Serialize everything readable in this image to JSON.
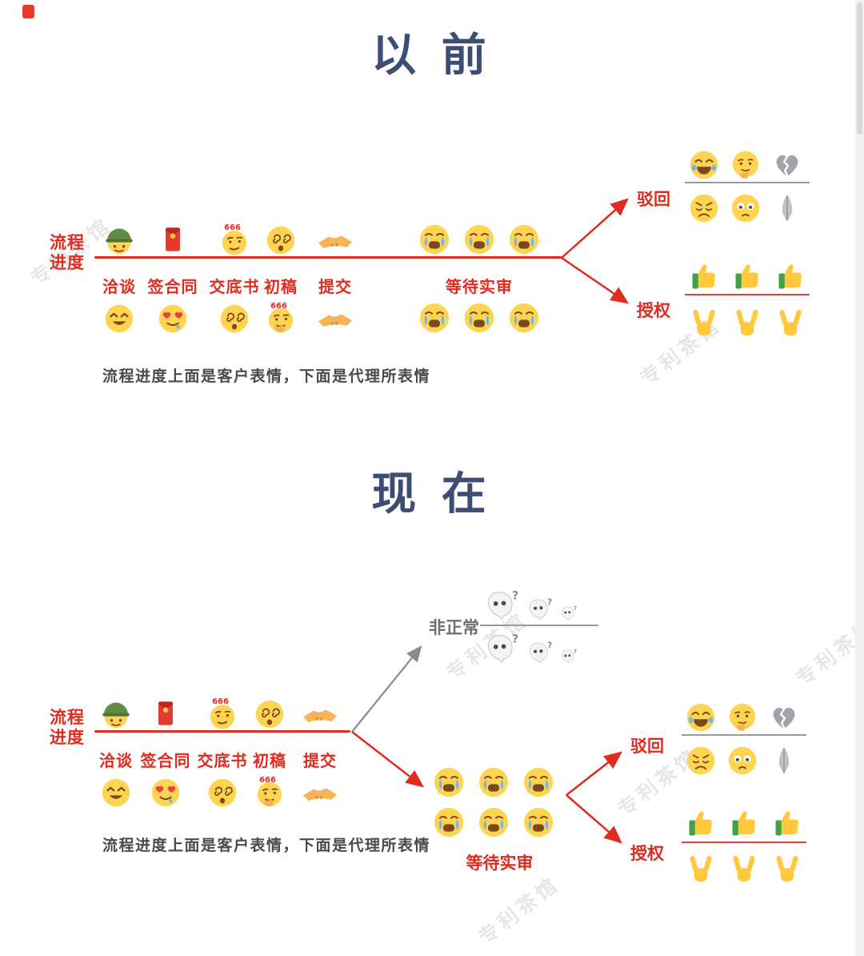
{
  "colors": {
    "accent_red": "#E02B20",
    "title_blue": "#3D4E74",
    "gray_line": "#9B9B9B"
  },
  "watermark": {
    "text": "专利茶馆"
  },
  "sections": {
    "before": {
      "title": "以 前",
      "axis_label": "流程进度",
      "stages": [
        {
          "label": "洽谈",
          "client": [
            "helmet-face"
          ],
          "agent": [
            "grin-squint"
          ]
        },
        {
          "label": "签合同",
          "client": [
            "red-envelope"
          ],
          "agent": [
            "drool-heart"
          ]
        },
        {
          "label": "交底书",
          "client": [
            "smug-666"
          ],
          "agent": [
            "dizzy-face"
          ]
        },
        {
          "label": "初稿",
          "client": [
            "dizzy-face"
          ],
          "agent": [
            "chin-666"
          ]
        },
        {
          "label": "提交",
          "client": [
            "handshake"
          ],
          "agent": [
            "handshake"
          ]
        },
        {
          "label": "等待实审",
          "client": [
            "cry",
            "cry",
            "cry"
          ],
          "agent": [
            "cry",
            "cry",
            "cry"
          ]
        }
      ],
      "caption": "流程进度上面是客户表情，下面是代理所表情",
      "reject": {
        "label": "驳回",
        "top": [
          "laugh-cry",
          "chin-think",
          "broken-heart"
        ],
        "bottom": [
          "grimace",
          "sad-flushed",
          "folded-hands"
        ]
      },
      "grant": {
        "label": "授权",
        "top": [
          "thumbs-up",
          "thumbs-up",
          "thumbs-up"
        ],
        "bottom": [
          "victory",
          "victory",
          "victory"
        ]
      }
    },
    "now": {
      "title": "现 在",
      "axis_label": "流程进度",
      "stages": [
        {
          "label": "洽谈",
          "client": [
            "helmet-face"
          ],
          "agent": [
            "grin-squint"
          ]
        },
        {
          "label": "签合同",
          "client": [
            "red-envelope"
          ],
          "agent": [
            "drool-heart"
          ]
        },
        {
          "label": "交底书",
          "client": [
            "smug-666"
          ],
          "agent": [
            "dizzy-face"
          ]
        },
        {
          "label": "初稿",
          "client": [
            "dizzy-face"
          ],
          "agent": [
            "chin-666"
          ]
        },
        {
          "label": "提交",
          "client": [
            "handshake"
          ],
          "agent": [
            "handshake"
          ]
        }
      ],
      "caption": "流程进度上面是客户表情，下面是代理所表情",
      "abnormal": {
        "label": "非正常",
        "top": [
          "ghost-q-lg",
          "ghost-q-md",
          "ghost-q-sm"
        ],
        "bottom": [
          "ghost-q-lg",
          "ghost-q-md",
          "ghost-q-sm"
        ]
      },
      "waiting": {
        "label": "等待实审",
        "top": [
          "cry",
          "cry",
          "cry"
        ],
        "bottom": [
          "cry",
          "cry",
          "cry"
        ]
      },
      "reject": {
        "label": "驳回",
        "top": [
          "laugh-cry",
          "chin-think",
          "broken-heart"
        ],
        "bottom": [
          "grimace",
          "sad-flushed",
          "folded-hands"
        ]
      },
      "grant": {
        "label": "授权",
        "top": [
          "thumbs-up",
          "thumbs-up",
          "thumbs-up"
        ],
        "bottom": [
          "victory",
          "victory",
          "victory"
        ]
      }
    }
  }
}
